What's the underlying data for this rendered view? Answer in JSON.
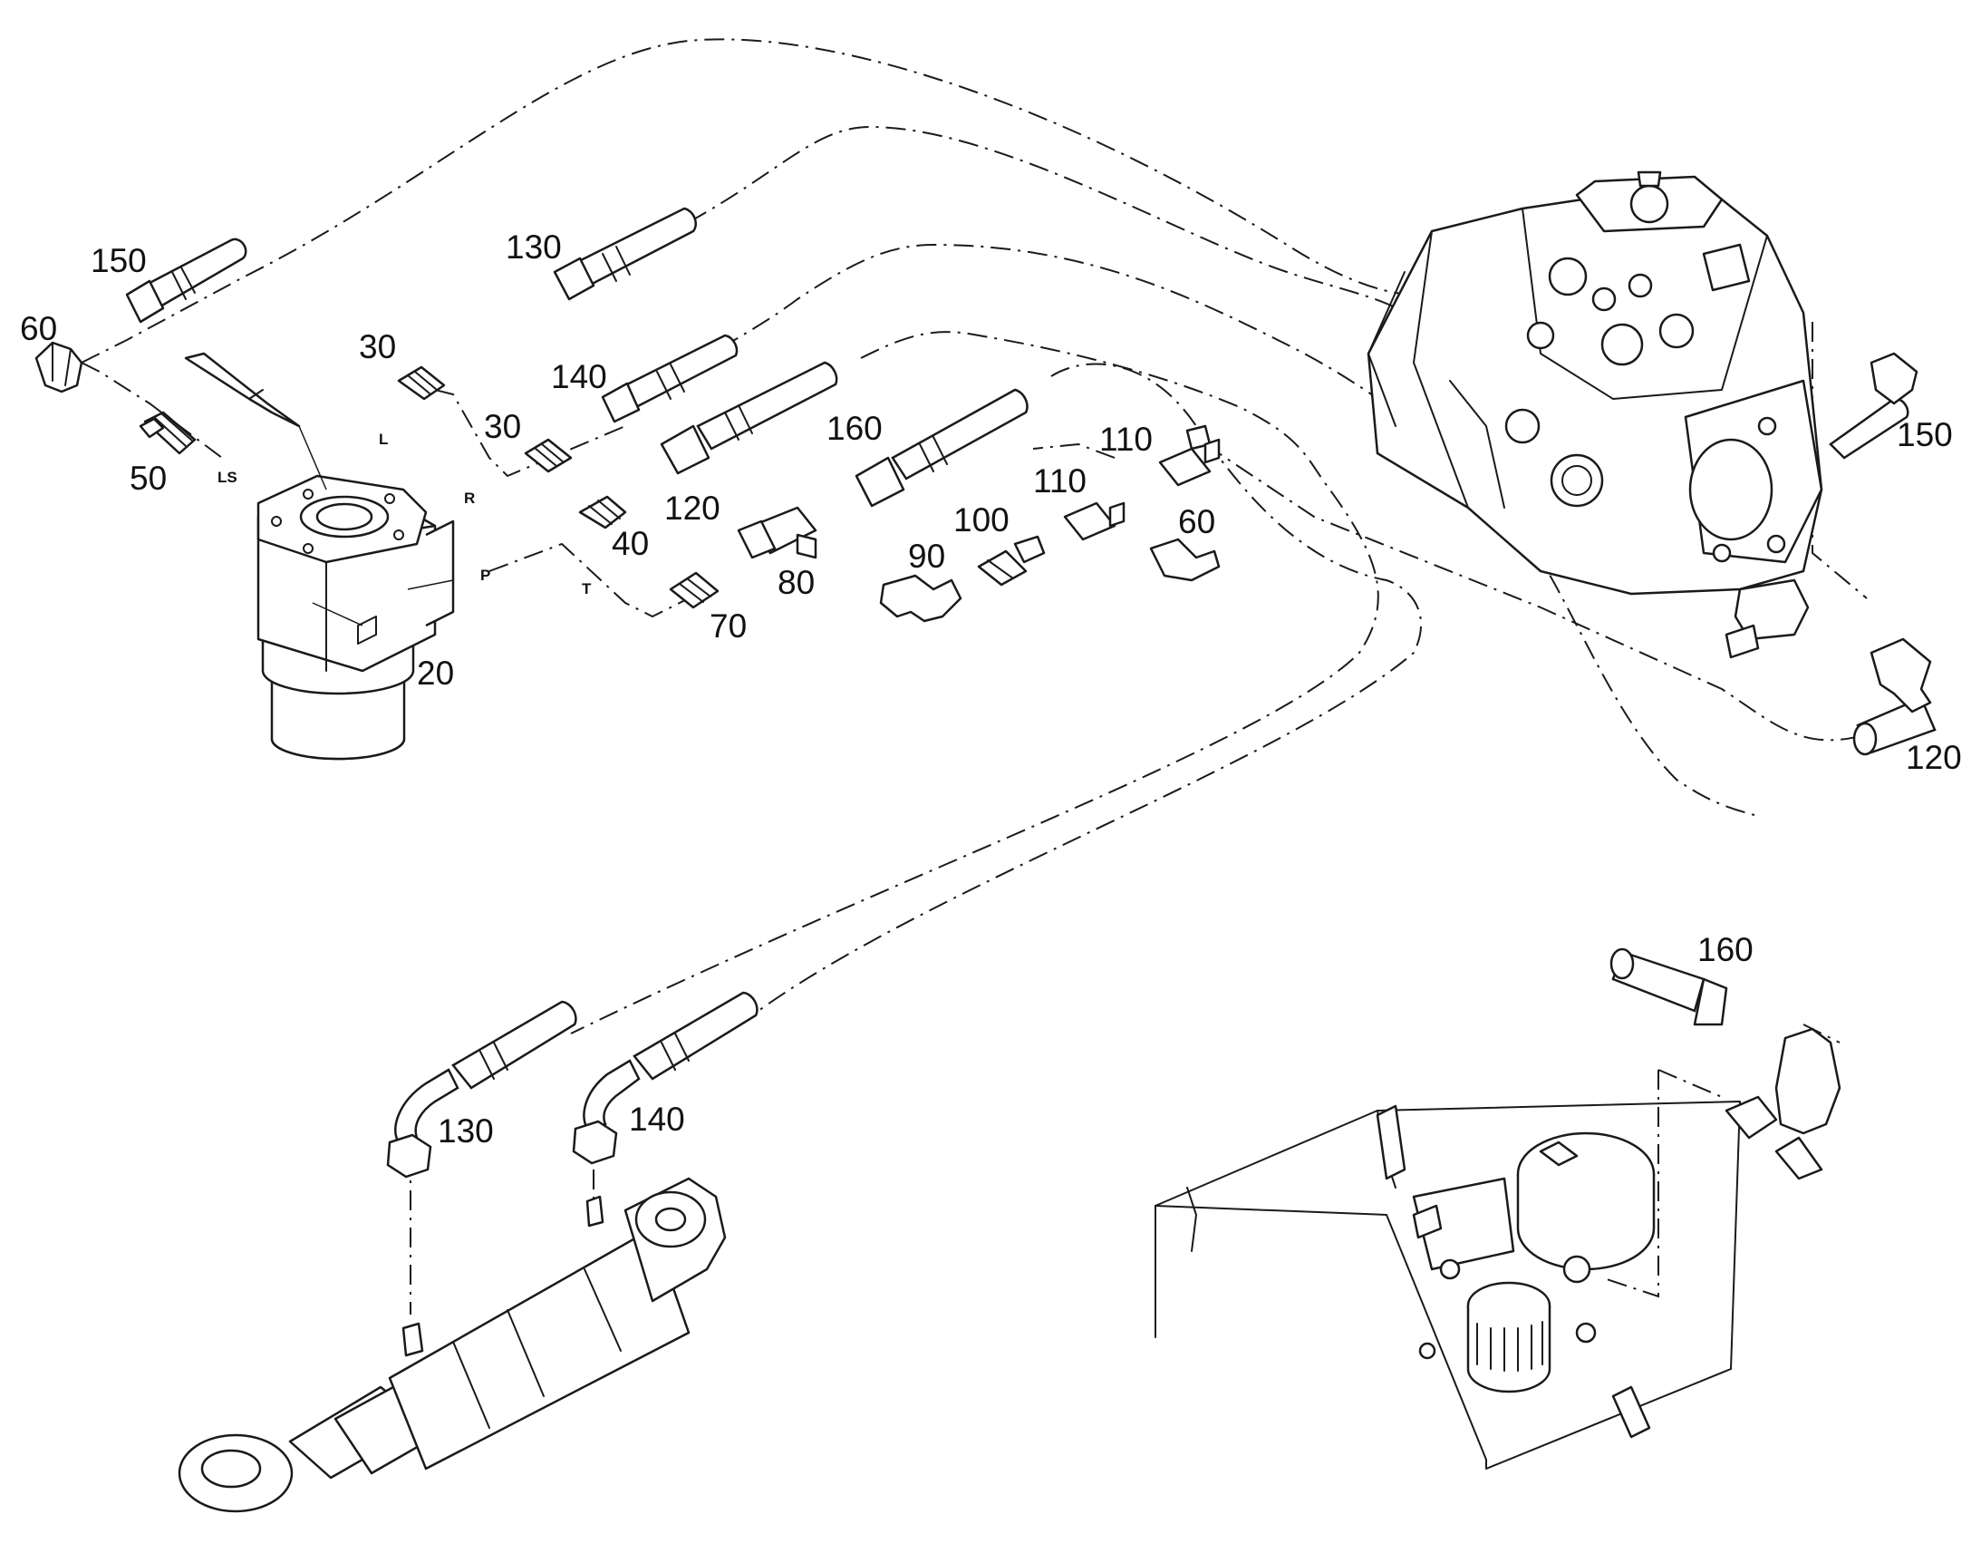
{
  "callouts": {
    "c_150_a": "150",
    "c_60_a": "60",
    "c_50": "50",
    "c_130_a": "130",
    "c_30_a": "30",
    "c_140_a": "140",
    "c_30_b": "30",
    "c_120_a": "120",
    "c_40": "40",
    "c_160_a": "160",
    "c_110_a": "110",
    "c_110_b": "110",
    "c_100": "100",
    "c_60_b": "60",
    "c_90": "90",
    "c_80": "80",
    "c_70": "70",
    "c_20": "20",
    "c_150_b": "150",
    "c_120_b": "120",
    "c_160_b": "160",
    "c_130_b": "130",
    "c_140_b": "140"
  },
  "ports": {
    "ls": "LS",
    "l": "L",
    "r": "R",
    "p": "P",
    "t": "T"
  }
}
